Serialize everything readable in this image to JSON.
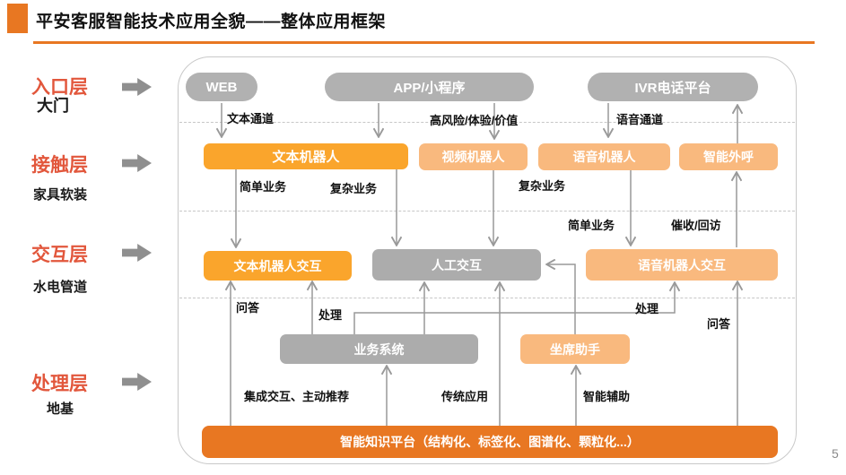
{
  "page": {
    "title": "平安客服智能技术应用全貌——整体应用框架",
    "page_number": "5"
  },
  "layers": [
    {
      "name": "入口层",
      "subtitle": "大门"
    },
    {
      "name": "接触层",
      "subtitle": "家具软装"
    },
    {
      "name": "交互层",
      "subtitle": "水电管道"
    },
    {
      "name": "处理层",
      "subtitle": "地基"
    }
  ],
  "nodes": {
    "web": "WEB",
    "app": "APP/小程序",
    "ivr": "IVR电话平台",
    "text_robot": "文本机器人",
    "video_robot": "视频机器人",
    "voice_robot": "语音机器人",
    "outbound": "智能外呼",
    "text_robot_interaction": "文本机器人交互",
    "manual_interaction": "人工交互",
    "voice_robot_interaction": "语音机器人交互",
    "business_system": "业务系统",
    "agent_assistant": "坐席助手",
    "knowledge_platform": "智能知识平台（结构化、标签化、图谱化、颗粒化...）"
  },
  "edges": {
    "text_channel": "文本通道",
    "high_risk": "高风险/体验/价值",
    "voice_channel": "语音通道",
    "simple_biz_1": "简单业务",
    "complex_biz_1": "复杂业务",
    "complex_biz_2": "复杂业务",
    "simple_biz_2": "简单业务",
    "collection_callback": "催收/回访",
    "qa_1": "问答",
    "handle_1": "处理",
    "handle_2": "处理",
    "qa_2": "问答",
    "integrated": "集成交互、主动推荐",
    "traditional": "传统应用",
    "assist": "智能辅助"
  },
  "colors": {
    "brand": "#E87722",
    "bright_orange": "#FAA52C",
    "light_orange": "#F9B97E",
    "gray_node": "#B1B1B1",
    "layer_label": "#E2573C"
  }
}
